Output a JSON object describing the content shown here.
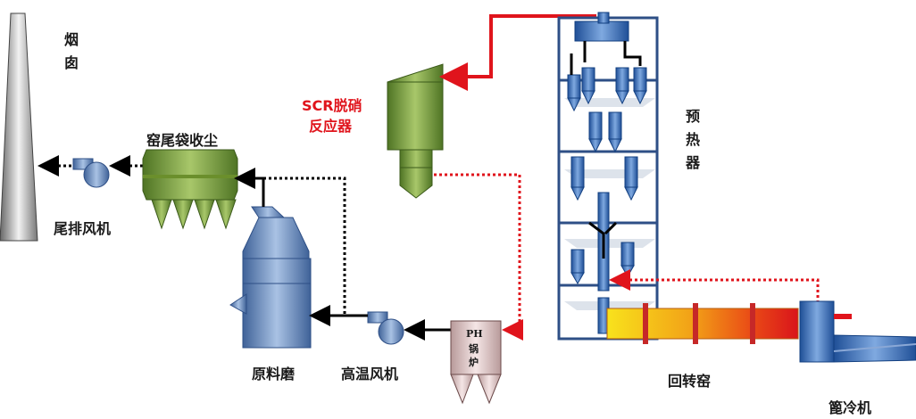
{
  "labels": {
    "chimney": "烟囱",
    "tail_fan": "尾排风机",
    "bag_filter": "窑尾袋收尘",
    "scr": "SCR脱硝",
    "scr2": "反应器",
    "raw_mill": "原料磨",
    "ht_fan": "高温风机",
    "ph_boiler_line1": "PH",
    "ph_boiler_line2": "锅",
    "ph_boiler_line3": "炉",
    "preheater": "预热器",
    "rotary_kiln": "回转窑",
    "grate_cooler": "篦冷机"
  },
  "colors": {
    "red_flow": "#e0141c",
    "dark_flow": "#000000",
    "scr_label": "#e0141c",
    "green_equipment": "#7a9e3a",
    "blue_equipment": "#5b7fb5",
    "tower_frame": "#2e4f86",
    "cyclone_blue": "#2f67b6",
    "kiln_yellow": "#f4c81a",
    "kiln_orange": "#ef8a14",
    "kiln_red": "#e02418"
  }
}
